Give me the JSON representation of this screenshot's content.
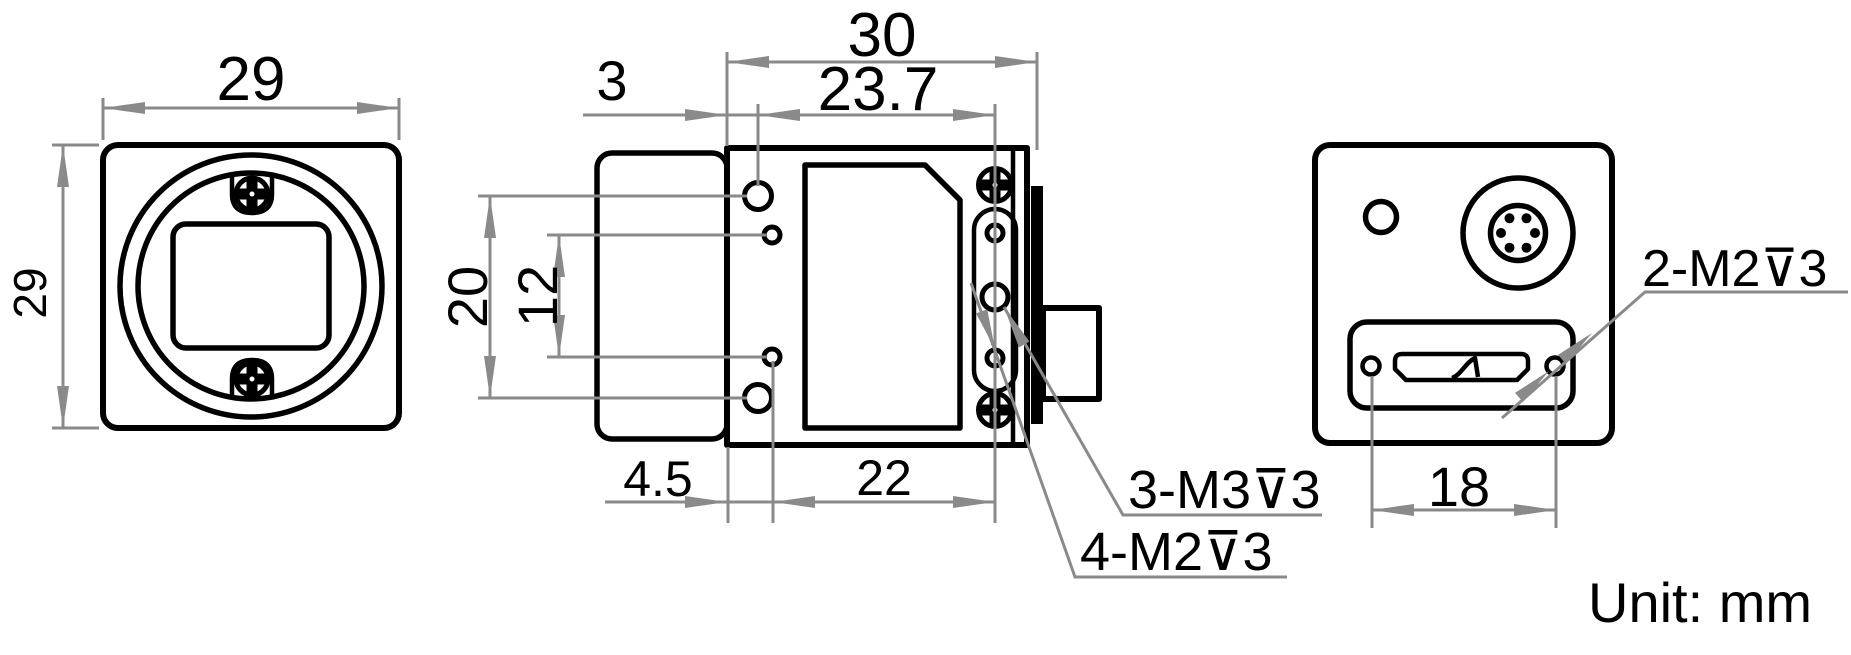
{
  "drawing": {
    "kind": "camera-dimension-drawing",
    "unit_note": "Unit: mm",
    "colors": {
      "outline": "#000000",
      "dimension": "#8a8a8a",
      "background": "#ffffff"
    },
    "front_view": {
      "width": "29",
      "height": "29"
    },
    "side_view": {
      "depth_total": "30",
      "hole_span_horizontal": "23.7",
      "front_hole_offset": "3",
      "small_hole_offset": "4.5",
      "bottom_hole_span": "22",
      "big_hole_span_vertical": "20",
      "small_hole_span_vertical": "12",
      "callout_m3": "3-M3⊽3",
      "callout_m2": "4-M2⊽3"
    },
    "back_view": {
      "usb_screw_span": "18",
      "callout_m2": "2-M2⊽3"
    }
  }
}
